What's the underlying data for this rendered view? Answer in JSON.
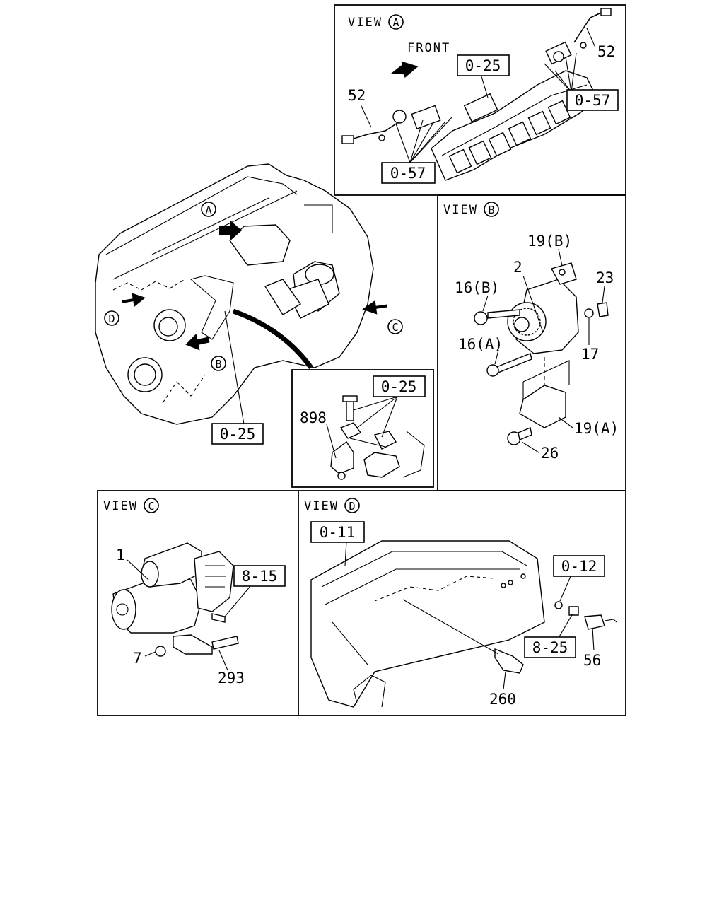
{
  "panels": {
    "view_a": {
      "title": "VIEW",
      "circle": "A",
      "front": "FRONT",
      "refs": [
        "0-25",
        "0-57",
        "0-57"
      ],
      "parts": [
        "52",
        "52"
      ]
    },
    "view_b": {
      "title": "VIEW",
      "circle": "B",
      "parts": [
        "19(B)",
        "2",
        "23",
        "16(B)",
        "16(A)",
        "17",
        "19(A)",
        "26"
      ]
    },
    "view_c": {
      "title": "VIEW",
      "circle": "C",
      "refs": [
        "8-15"
      ],
      "parts": [
        "1",
        "7",
        "293"
      ]
    },
    "view_d": {
      "title": "VIEW",
      "circle": "D",
      "refs": [
        "0-11",
        "0-12",
        "8-25"
      ],
      "parts": [
        "56",
        "260"
      ]
    },
    "main": {
      "circles": [
        "A",
        "B",
        "C",
        "D"
      ],
      "refs": [
        "0-25"
      ]
    },
    "detail": {
      "refs": [
        "0-25"
      ],
      "parts": [
        "898"
      ]
    }
  }
}
